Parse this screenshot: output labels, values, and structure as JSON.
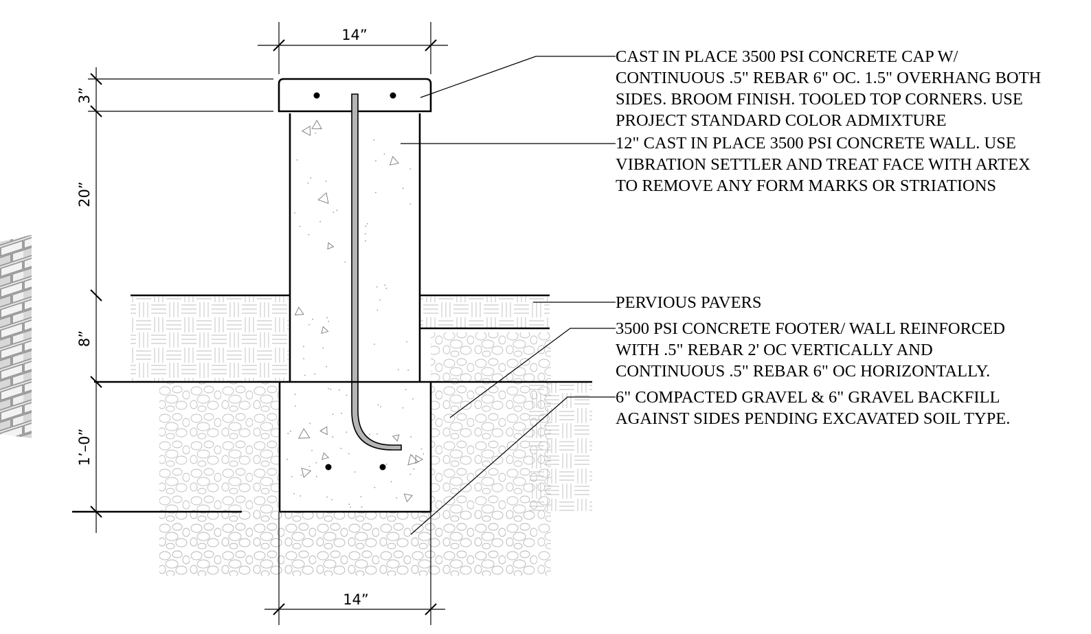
{
  "dimensions": {
    "top_width": "14”",
    "bottom_width": "14”",
    "cap_height": "3”",
    "wall_height": "20”",
    "paver_depth": "8”",
    "footer_depth": "1’–0”"
  },
  "callouts": [
    {
      "lines": [
        "CAST IN PLACE 3500 PSI CONCRETE CAP W/",
        "CONTINUOUS .5\" REBAR 6\" OC.  1.5\" OVERHANG BOTH",
        "SIDES.  BROOM FINISH.  TOOLED TOP CORNERS.  USE",
        "PROJECT STANDARD COLOR ADMIXTURE"
      ]
    },
    {
      "lines": [
        "12\" CAST IN PLACE 3500 PSI CONCRETE WALL.  USE",
        "VIBRATION SETTLER AND TREAT FACE WITH ARTEX",
        "TO REMOVE ANY FORM MARKS OR STRIATIONS"
      ]
    },
    {
      "lines": [
        "PERVIOUS PAVERS"
      ]
    },
    {
      "lines": [
        "3500 PSI CONCRETE FOOTER/ WALL REINFORCED",
        "WITH .5\" REBAR 2' OC VERTICALLY AND",
        "CONTINUOUS .5\" REBAR 6\" OC HORIZONTALLY."
      ]
    },
    {
      "lines": [
        "6\" COMPACTED GRAVEL & 6\" GRAVEL BACKFILL",
        "AGAINST SIDES PENDING EXCAVATED SOIL TYPE."
      ]
    }
  ],
  "colors": {
    "line": "#000000",
    "hatch": "#bdbdbd",
    "concrete_speck": "#9a9a9a",
    "rebar_fill": "#b5b5b5",
    "photo_dark": "#8c8c8c",
    "photo_light": "#e6e6e6"
  }
}
